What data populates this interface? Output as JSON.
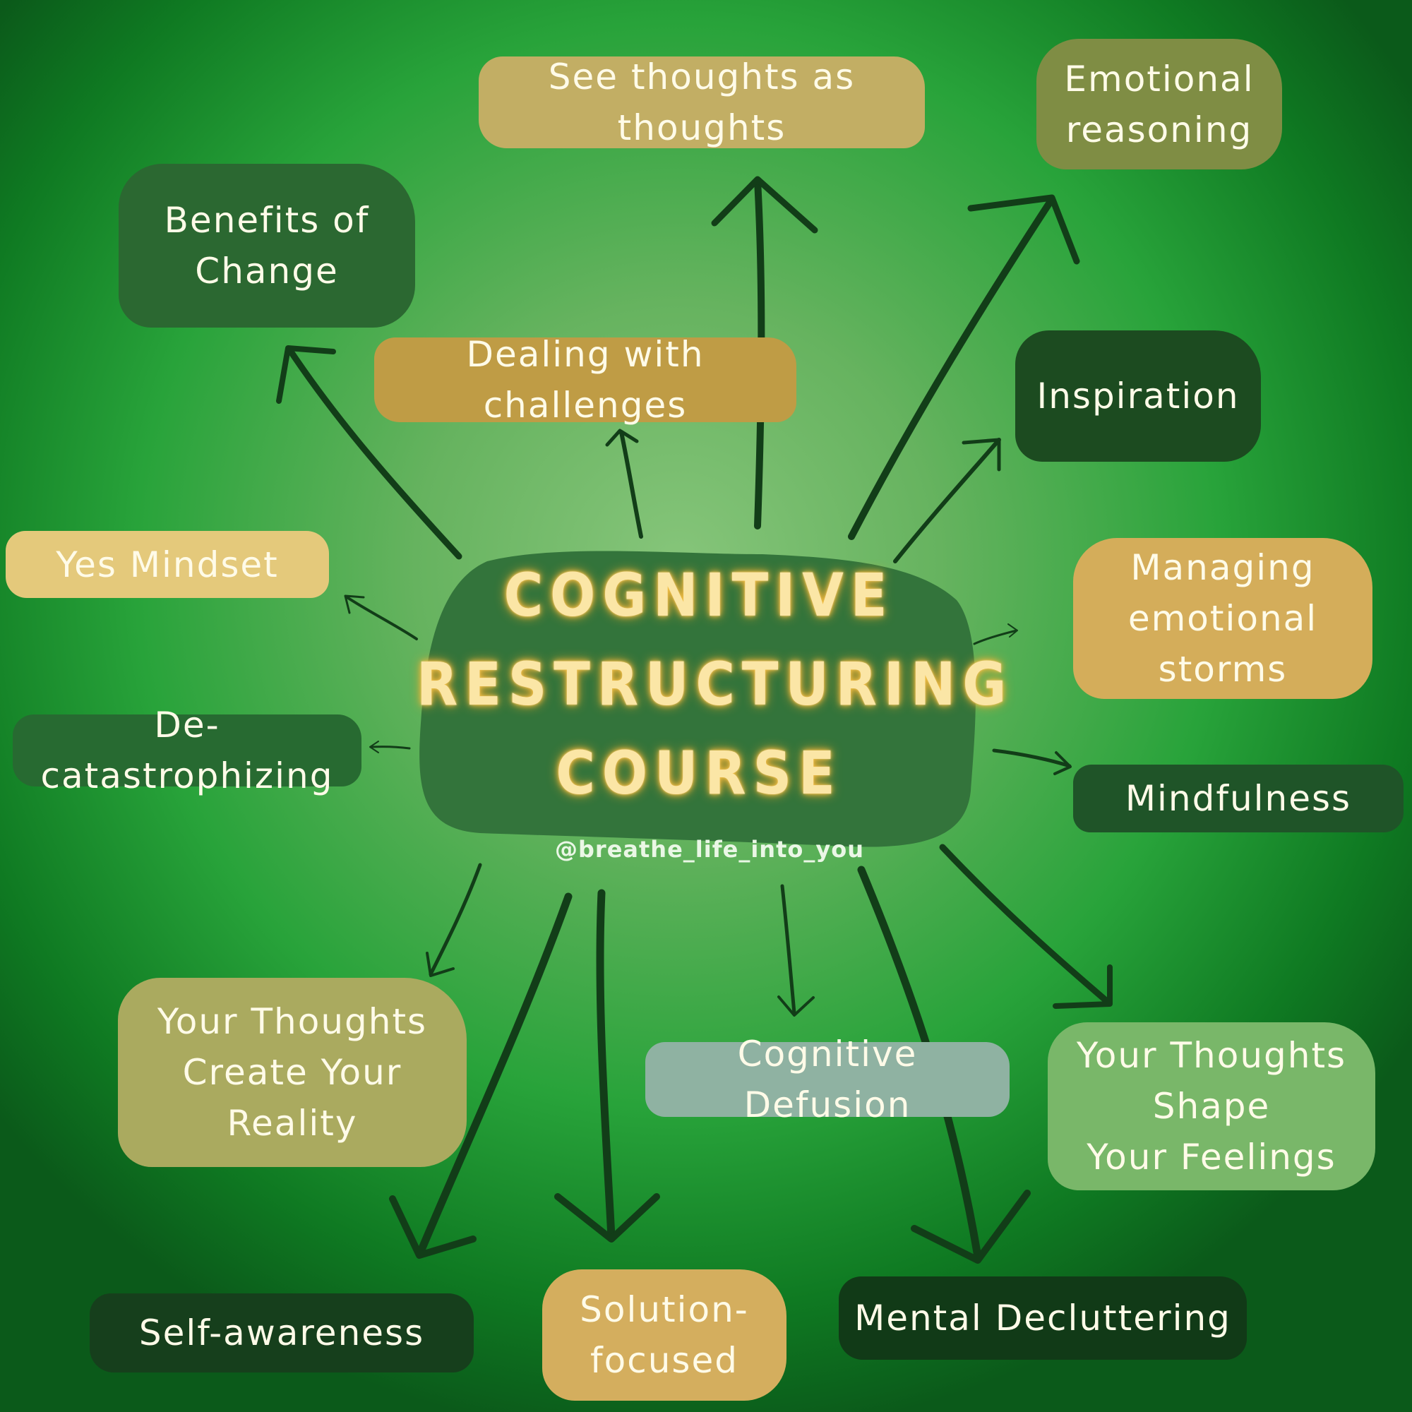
{
  "diagram": {
    "center": {
      "title_lines": [
        "Cognitive",
        "restructuring",
        "course"
      ],
      "handle": "@breathe_life_into_you"
    },
    "nodes": [
      {
        "id": "see-thoughts",
        "label": "See thoughts as thoughts",
        "color": "#c2ae64"
      },
      {
        "id": "emotional-reasoning",
        "label": "Emotional\nreasoning",
        "color": "#7f8d44"
      },
      {
        "id": "benefits-of-change",
        "label": "Benefits of\nChange",
        "color": "#2b6831"
      },
      {
        "id": "dealing-with-challenges",
        "label": "Dealing with challenges",
        "color": "#bf9c45"
      },
      {
        "id": "inspiration",
        "label": "Inspiration",
        "color": "#1c4b20"
      },
      {
        "id": "yes-mindset",
        "label": "Yes Mindset",
        "color": "#e4c97b"
      },
      {
        "id": "managing-emotional-storms",
        "label": "Managing\nemotional storms",
        "color": "#d4ad5a"
      },
      {
        "id": "de-catastrophizing",
        "label": "De-catastrophizing",
        "color": "#276a31"
      },
      {
        "id": "mindfulness",
        "label": "Mindfulness",
        "color": "#1f5428"
      },
      {
        "id": "your-thoughts-create",
        "label": "Your Thoughts\nCreate Your\nReality",
        "color": "#aaaa5f"
      },
      {
        "id": "cognitive-defusion",
        "label": "Cognitive Defusion",
        "color": "#8fb2a2"
      },
      {
        "id": "your-thoughts-shape",
        "label": "Your Thoughts\nShape\nYour Feelings",
        "color": "#79b769"
      },
      {
        "id": "self-awareness",
        "label": "Self-awareness",
        "color": "#163f1c"
      },
      {
        "id": "solution-focused",
        "label": "Solution-\nfocused",
        "color": "#d4ae5e"
      },
      {
        "id": "mental-decluttering",
        "label": "Mental Decluttering",
        "color": "#113a17"
      }
    ]
  }
}
